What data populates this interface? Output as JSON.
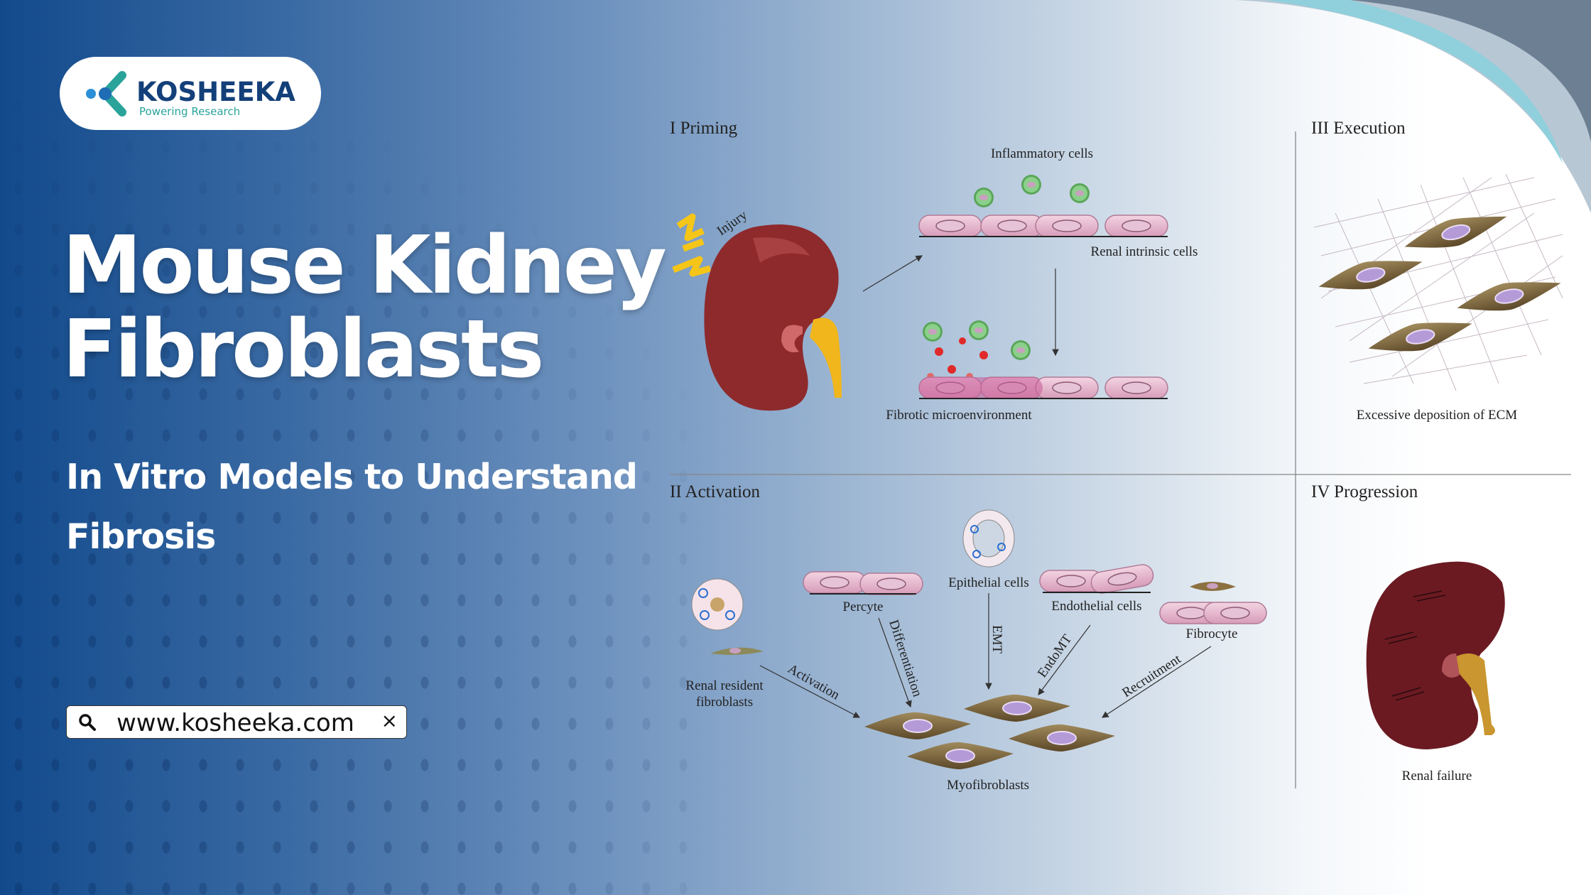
{
  "brand": {
    "name": "KOSHEEKA",
    "tagline": "Powering Research"
  },
  "headline": {
    "line1": "Mouse Kidney",
    "line2": "Fibroblasts"
  },
  "subheadline": {
    "line1": "In Vitro Models to Understand",
    "line2": "Fibrosis"
  },
  "search": {
    "value": "www.kosheeka.com",
    "clear": "×"
  },
  "diagram": {
    "sections": {
      "priming": "I Priming",
      "activation": "II Activation",
      "execution": "III Execution",
      "progression": "IV Progression"
    },
    "priming": {
      "injury": "Injury",
      "inflammatory": "Inflammatory cells",
      "intrinsic": "Renal intrinsic cells",
      "fibrotic": "Fibrotic microenvironment"
    },
    "activation": {
      "resident_1": "Renal resident",
      "resident_2": "fibroblasts",
      "percyte": "Percyte",
      "epithelial": "Epithelial cells",
      "endothelial": "Endothelial cells",
      "fibrocyte": "Fibrocyte",
      "myofibroblasts": "Myofibroblasts",
      "arrow_activation": "Activation",
      "arrow_differentiation": "Differentiation",
      "arrow_emt": "EMT",
      "arrow_endomt": "EndoMT",
      "arrow_recruitment": "Recruitment"
    },
    "execution": {
      "caption": "Excessive deposition of ECM"
    },
    "progression": {
      "caption": "Renal failure"
    }
  },
  "colors": {
    "navy": "#124a8c",
    "teal": "#2aa39b",
    "kidney": "#8e2a2c",
    "cell": "#e8b9cf",
    "myo": "#7a6440"
  }
}
